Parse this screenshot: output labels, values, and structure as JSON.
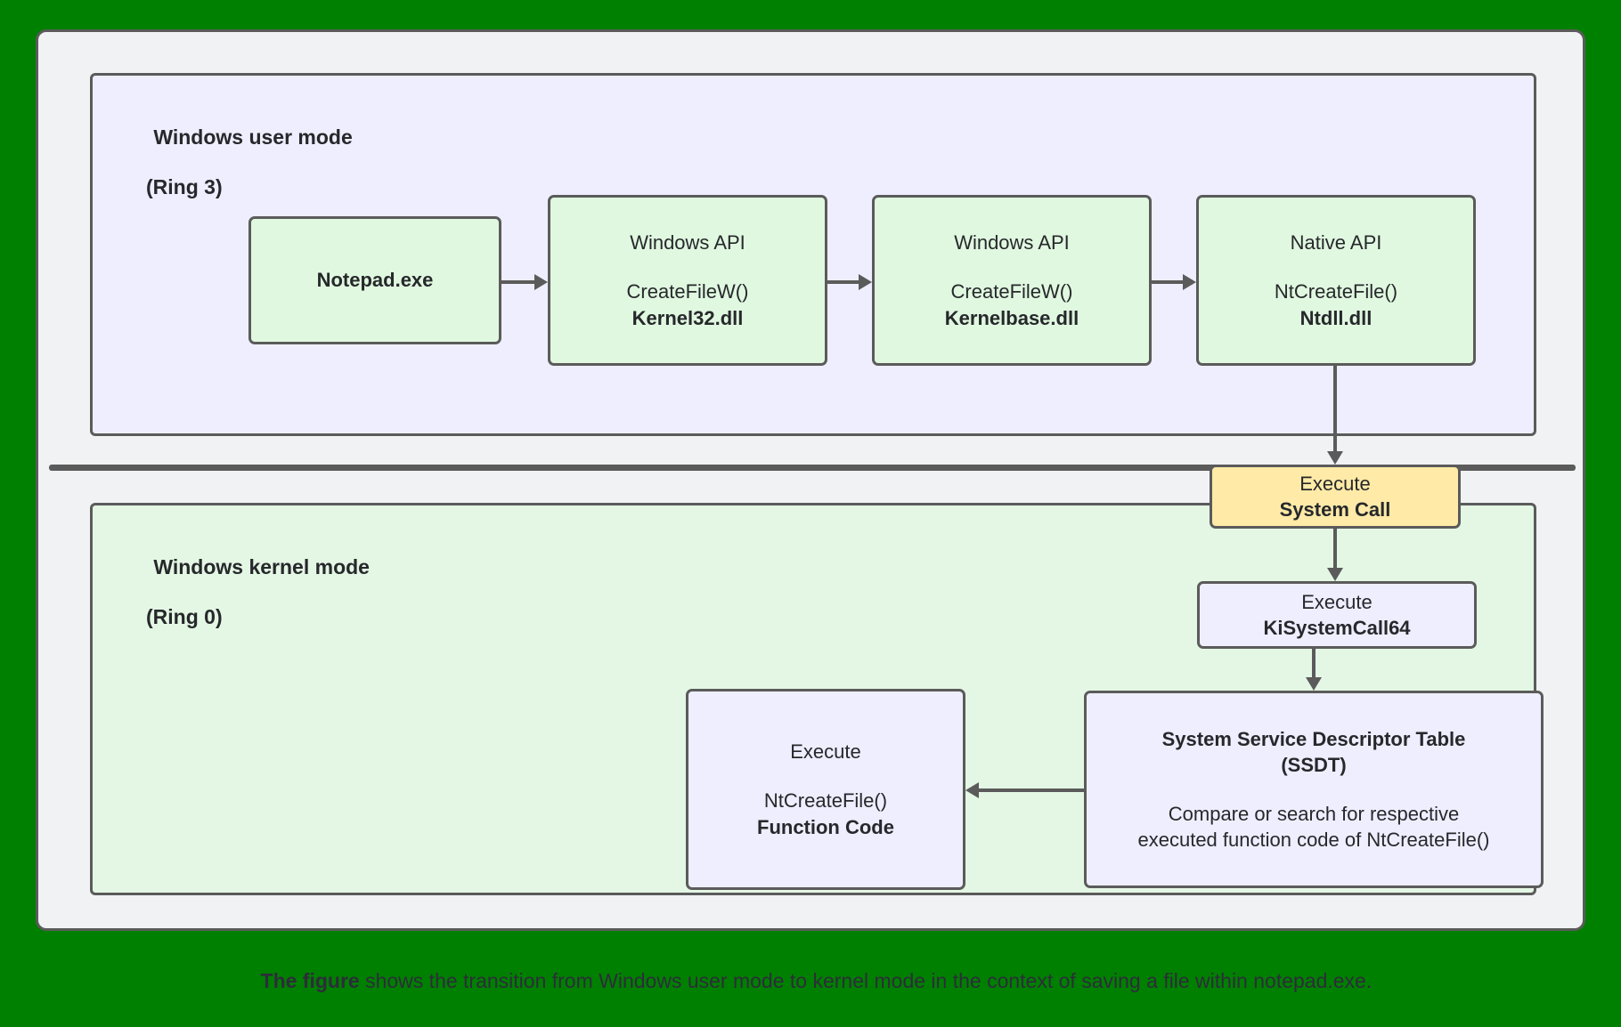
{
  "figure": {
    "background_color": "#008000",
    "card_background": "#f1f2f4",
    "border_color": "#5b5b5b",
    "caption_bold": "The figure",
    "caption_rest": " shows the transition from Windows user mode to kernel mode in the context of saving a file within notepad.exe."
  },
  "user_mode_panel": {
    "title_line1": "Windows user mode",
    "title_line2": "(Ring 3)",
    "background_color": "#eeeeff",
    "nodes": {
      "notepad": {
        "line1": "Notepad.exe",
        "fill": "#e0f8e0"
      },
      "kernel32": {
        "line1": "Windows API",
        "line2": "CreateFileW()",
        "line3": "Kernel32.dll",
        "fill": "#e0f8e0"
      },
      "kernelbase": {
        "line1": "Windows API",
        "line2": "CreateFileW()",
        "line3": "Kernelbase.dll",
        "fill": "#e0f8e0"
      },
      "ntdll": {
        "line1": "Native API",
        "line2": "NtCreateFile()",
        "line3": "Ntdll.dll",
        "fill": "#e0f8e0"
      }
    }
  },
  "transition": {
    "system_call": {
      "line1": "Execute",
      "line2": "System Call",
      "fill": "#ffeaa7"
    }
  },
  "kernel_mode_panel": {
    "title_line1": "Windows kernel mode",
    "title_line2": "(Ring 0)",
    "background_color": "#e4f7e4",
    "nodes": {
      "kisystemcall64": {
        "line1": "Execute",
        "line2": "KiSystemCall64",
        "fill": "#eeeeff"
      },
      "ssdt": {
        "line1": "System Service Descriptor Table",
        "line2": "(SSDT)",
        "line3": "Compare or search for respective",
        "line4": "executed function code of NtCreateFile()",
        "fill": "#eeeeff"
      },
      "function_code": {
        "line1": "Execute",
        "line2": "NtCreateFile()",
        "line3": "Function Code",
        "fill": "#eeeeff"
      }
    }
  }
}
